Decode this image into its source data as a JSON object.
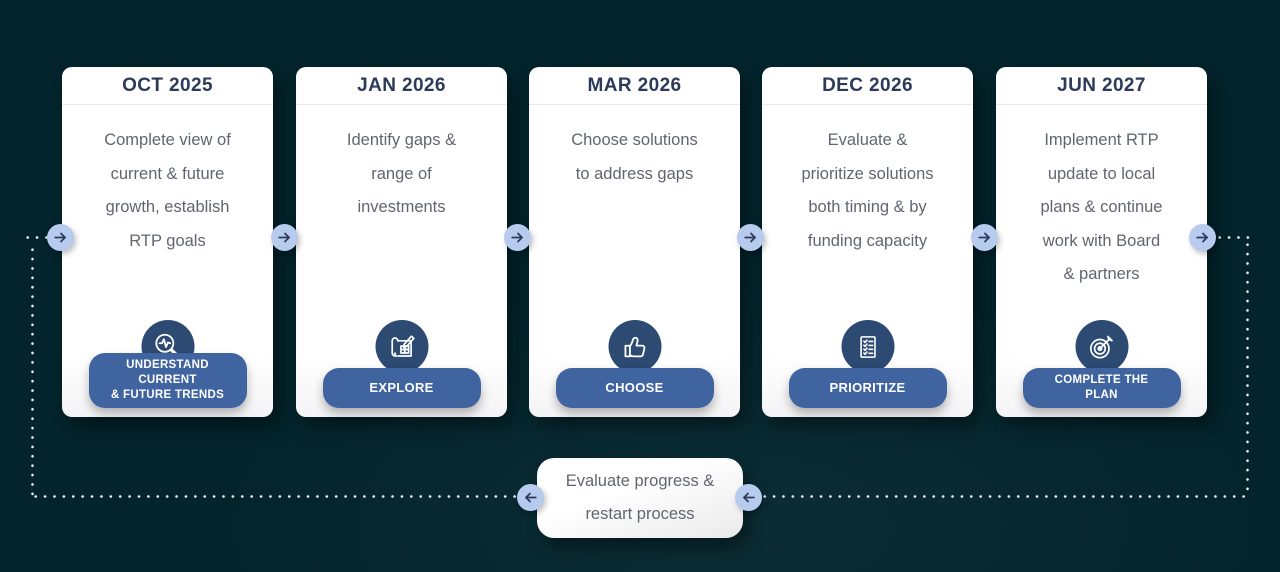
{
  "palette": {
    "background": "#03242c",
    "card_bg": "#ffffff",
    "heading": "#2e3a5c",
    "body_text": "#616570",
    "divider": "#e8e9ed",
    "icon_circle": "#2c4a72",
    "button_bg": "#4064a0",
    "button_text": "#ffffff",
    "arrow_circle_bg": "#b7cbee",
    "arrow_glyph": "#2e3a5c",
    "dotted_line": "#eef3f5"
  },
  "steps": [
    {
      "date": "OCT 2025",
      "description": "Complete view of\ncurrent & future\ngrowth, establish\nRTP goals",
      "icon": "magnifier-pulse-icon",
      "button_label": "UNDERSTAND CURRENT\n& FUTURE TRENDS"
    },
    {
      "date": "JAN 2026",
      "description": "Identify gaps &\nrange of\ninvestments",
      "icon": "blueprint-pencil-icon",
      "button_label": "EXPLORE"
    },
    {
      "date": "MAR 2026",
      "description": "Choose solutions\nto address gaps",
      "icon": "thumbs-up-icon",
      "button_label": "CHOOSE"
    },
    {
      "date": "DEC 2026",
      "description": "Evaluate &\nprioritize solutions\nboth timing & by\nfunding capacity",
      "icon": "checklist-icon",
      "button_label": "PRIORITIZE"
    },
    {
      "date": "JUN 2027",
      "description": "Implement RTP\nupdate to local\nplans & continue\nwork with Board\n& partners",
      "icon": "target-arrow-icon",
      "button_label": "COMPLETE THE\nPLAN"
    }
  ],
  "loop_card": {
    "label": "Evaluate progress &\nrestart process"
  }
}
